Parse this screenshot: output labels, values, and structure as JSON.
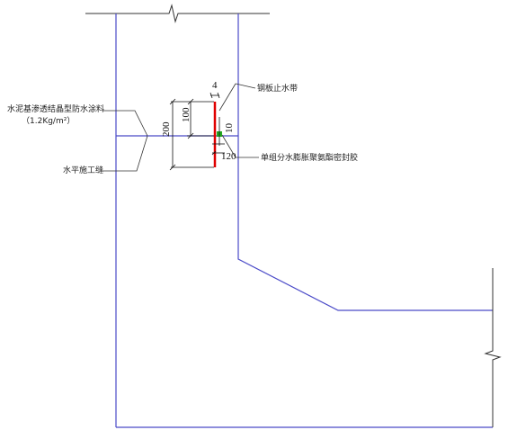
{
  "labels": {
    "coating": "水泥基渗透结晶型防水涂料",
    "coating_rate": "（1.2Kg/m²）",
    "construction_joint": "水平施工缝",
    "steel_waterstop": "钢板止水带",
    "sealant": "单组分水膨胀聚氨酯密封胶"
  },
  "dimensions": {
    "thickness": "4",
    "upper_embed": "100",
    "total_height": "200",
    "gap_10": "10",
    "gap_120": "120"
  },
  "colors": {
    "structure": "#4a4ac8",
    "waterstop": "#e00000",
    "sealant": "#22aa22",
    "leader": "#333333",
    "dimension": "#111111"
  }
}
